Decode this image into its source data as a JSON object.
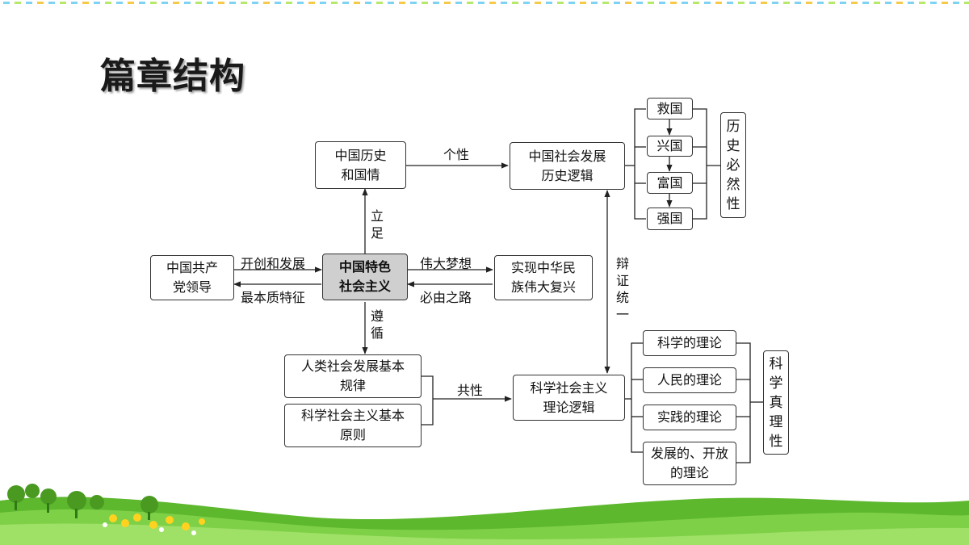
{
  "title": "篇章结构",
  "nodes": {
    "history_national": "中国历史\n和国情",
    "dev_logic": "中国社会发展\n历史逻辑",
    "cpc": "中国共产\n党领导",
    "center": "中国特色\n社会主义",
    "rejuvenation": "实现中华民\n族伟大复兴",
    "law": "人类社会发展基本\n规律",
    "principle": "科学社会主义基本\n原则",
    "sci_logic": "科学社会主义\n理论逻辑"
  },
  "stages": [
    "救国",
    "兴国",
    "富国",
    "强国"
  ],
  "history_necessity": "历史必然性",
  "theories": [
    "科学的理论",
    "人民的理论",
    "实践的理论",
    "发展的、开放\n的理论"
  ],
  "science_truth": "科学真理性",
  "labels": {
    "individuality": "个性",
    "commonality": "共性",
    "basis": "立足",
    "follow": "遵循",
    "create": "开创和发展",
    "essence": "最本质特征",
    "dream": "伟大梦想",
    "path": "必由之路",
    "dialectic": "辩证统一"
  }
}
